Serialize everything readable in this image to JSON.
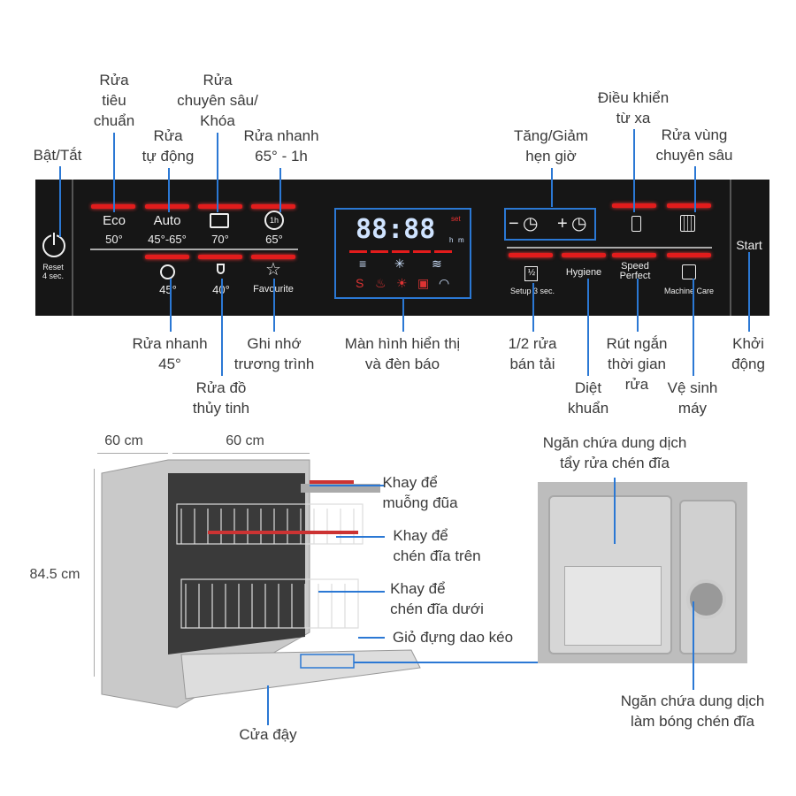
{
  "panel": {
    "power": {
      "reset": "Reset\n4 sec."
    },
    "programs_top": [
      {
        "name": "Eco",
        "temp": "50°"
      },
      {
        "name": "Auto",
        "temp": "45°-65°"
      },
      {
        "name": "",
        "temp": "70°"
      },
      {
        "name": "1h",
        "temp": "65°"
      }
    ],
    "programs_bottom": [
      {
        "name": "",
        "temp": "45°"
      },
      {
        "name": "",
        "temp": "40°"
      },
      {
        "name": "Favourite",
        "temp": ""
      }
    ],
    "display": {
      "digits": "88:88",
      "h": "h",
      "m": "m",
      "set": "set"
    },
    "timer": {
      "minus": "−",
      "plus": "+"
    },
    "options_bottom": [
      "Setup 3 sec.",
      "Hygiene",
      "Speed\nPerfect",
      "Machine Care"
    ],
    "half_icon": "½",
    "start": "Start"
  },
  "callouts": {
    "power": "Bật/Tắt",
    "eco": "Rửa\ntiêu\nchuẩn",
    "auto": "Rửa\ntự động",
    "intensive": "Rửa\nchuyên sâu/\nKhóa",
    "quick65": "Rửa nhanh\n65° - 1h",
    "timer": "Tăng/Giảm\nhẹn giờ",
    "remote": "Điều khiển\ntừ xa",
    "zone": "Rửa vùng\nchuyên sâu",
    "quick45": "Rửa nhanh\n45°",
    "glass": "Rửa đồ\nthủy tinh",
    "favourite": "Ghi nhớ\ntrương trình",
    "display": "Màn hình hiển thị\nvà đèn báo",
    "half": "1/2 rửa\nbán tải",
    "hygiene": "Diệt\nkhuẩn",
    "speed": "Rút ngắn\nthời gian\nrửa",
    "care": "Vệ sinh\nmáy",
    "start": "Khởi\nđộng"
  },
  "dimensions": {
    "depth": "60 cm",
    "width": "60 cm",
    "height": "84.5 cm"
  },
  "parts": {
    "cutlery_tray": "Khay để\nmuỗng đũa",
    "upper_rack": "Khay để\nchén đĩa trên",
    "lower_rack": "Khay để\nchén đĩa dưới",
    "basket": "Giỏ đựng dao kéo",
    "door": "Cửa đậy",
    "detergent": "Ngăn chứa dung dịch\ntẩy rửa chén đĩa",
    "rinse_aid": "Ngăn chứa dung dịch\nlàm bóng chén đĩa"
  },
  "colors": {
    "accent": "#2b78d4",
    "led": "#e21c1c",
    "panel": "#161616"
  }
}
